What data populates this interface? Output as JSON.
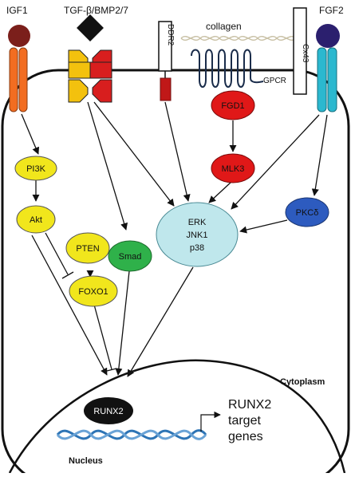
{
  "title": "",
  "ligands": {
    "igf1": "IGF1",
    "tgf": "TGF-β/BMP2/7",
    "ddr2": "DDR2",
    "collagen": "collagen",
    "cx43": "Cx43",
    "fgf2": "FGF2",
    "gpcr": "GPCR"
  },
  "nodes": {
    "pi3k": "PI3K",
    "akt": "Akt",
    "pten": "PTEN",
    "foxo1": "FOXO1",
    "smad": "Smad",
    "erk": "ERK",
    "jnk1": "JNK1",
    "p38": "p38",
    "fgd1": "FGD1",
    "mlk3": "MLK3",
    "pkc": "PKCδ",
    "runx2": "RUNX2"
  },
  "regions": {
    "cytoplasm": "Cytoplasm",
    "nucleus": "Nucleus"
  },
  "target": {
    "line1": "RUNX2",
    "line2": "target",
    "line3": "genes"
  },
  "colors": {
    "yellow": "#f1e61c",
    "green": "#2fb14a",
    "cyan": "#bfe7ec",
    "red": "#e01818",
    "blue": "#2d5bbf",
    "black": "#111111",
    "igf_orange": "#f26d21",
    "igf_dark": "#7b1f1b",
    "fgf_blue": "#2bb8cf",
    "fgf_dark": "#2b1f6e",
    "dna": "#2d74b5"
  }
}
